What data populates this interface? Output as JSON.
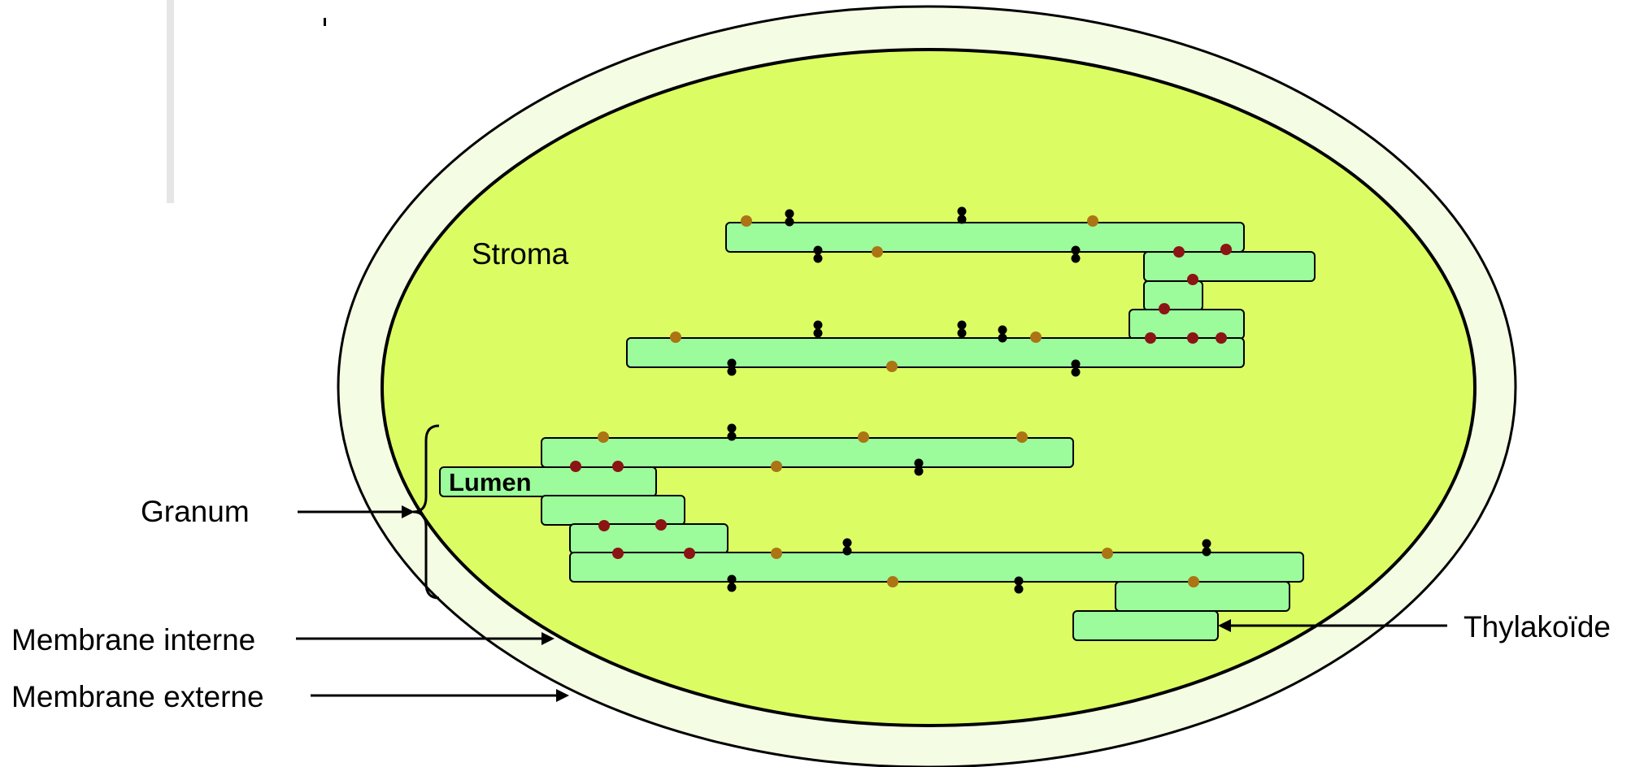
{
  "labels": {
    "stroma": "Stroma",
    "lumen": "Lumen",
    "granum": "Granum",
    "membrane_interne": "Membrane interne",
    "membrane_externe": "Membrane externe",
    "thylakoide": "Thylakoïde"
  },
  "colors": {
    "outer_membrane": "#F4FCE4",
    "stroma": "#DCFC64",
    "thylakoid": "#9CFC9C",
    "complex_brown": "#AC7414",
    "complex_red": "#8C1414",
    "complex_black": "#000000",
    "side_bar": "#E6E6E6"
  }
}
